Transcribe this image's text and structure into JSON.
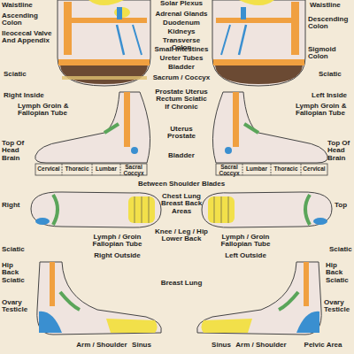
{
  "diagram": {
    "labels": [
      "Waistline",
      "Solar Plexus",
      "Waistline",
      "Ascending Colon",
      "Ileocecal Valve And Appendix",
      "Sciatic",
      "Adrenal Glands",
      "Duodenum",
      "Kidneys",
      "Transverse Colon",
      "Small Intestines",
      "Ureter Tubes",
      "Bladder",
      "Sacrum / Coccyx",
      "Descending Colon",
      "Sigmoid Colon",
      "Sciatic",
      "Right Inside",
      "Lymph Groin & Fallopian Tube",
      "Top Of Head Brain",
      "Prostate Uterus Rectum Sciatic If Chronic",
      "Uterus Prostate",
      "Bladder",
      "Left Inside",
      "Lymph Groin & Fallopian Tube",
      "Top Of Head Brain",
      "Cervical",
      "Thoracic",
      "Lumbar",
      "Sacral Coccyx",
      "Sacral Coccyx",
      "Lumbar",
      "Thoracic",
      "Cervical",
      "Between Shoulder Blades",
      "Right",
      "Top",
      "Chest Lung Breast Back Areas",
      "Knee / Leg / Hip Lower Back",
      "Lymph / Groin Fallopian Tube",
      "Right Outside",
      "Lymph / Groin Fallopian Tube",
      "Left Outside",
      "Sciatic",
      "Hip Back Sciatic",
      "Ovary Testicle",
      "Breast Lung",
      "Arm / Shoulder",
      "Sinus",
      "Sinus",
      "Arm / Shoulder",
      "Pelvic Area",
      "Sciatic",
      "Hip Back Sciatic",
      "Ovary Testicle"
    ]
  }
}
